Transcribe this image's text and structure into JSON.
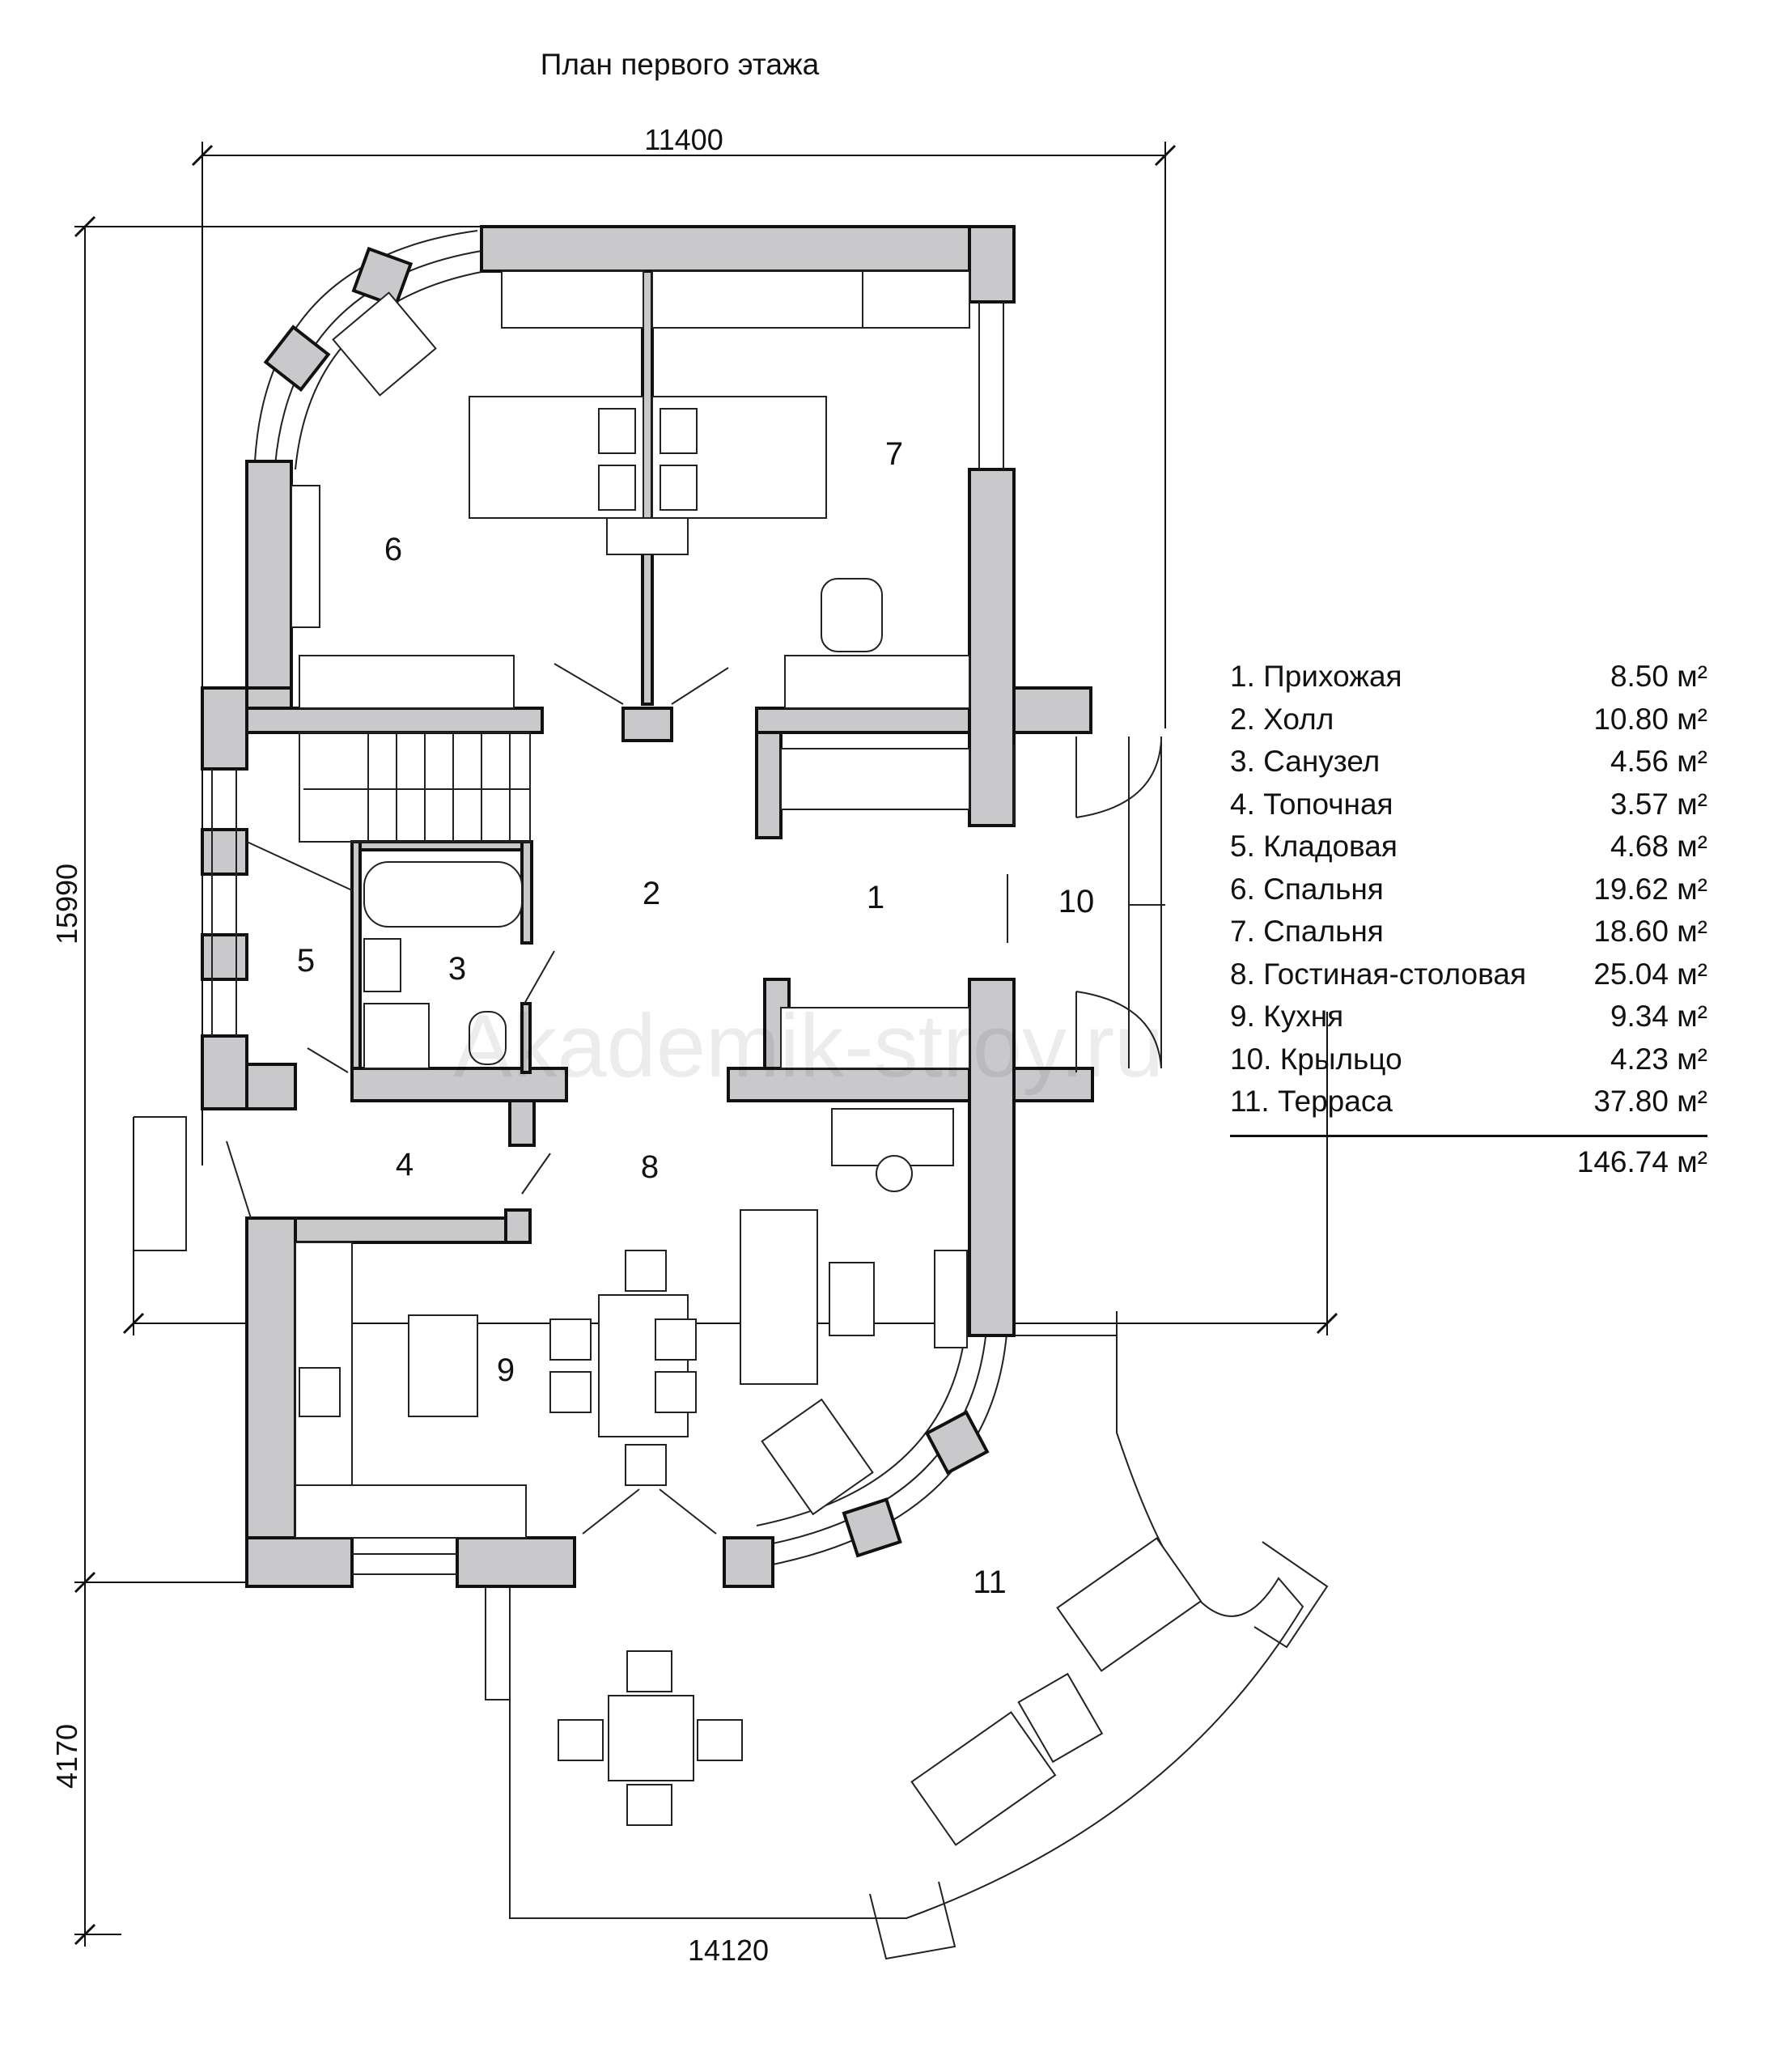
{
  "title": "План первого этажа",
  "dimensions": {
    "top": "11400",
    "bottom": "14120",
    "left_main": "15990",
    "left_terrace": "4170"
  },
  "rooms": [
    {
      "num": "1",
      "name": "Прихожая",
      "area": "8.50 м²"
    },
    {
      "num": "2",
      "name": "Холл",
      "area": "10.80 м²"
    },
    {
      "num": "3",
      "name": "Санузел",
      "area": "4.56 м²"
    },
    {
      "num": "4",
      "name": "Топочная",
      "area": "3.57 м²"
    },
    {
      "num": "5",
      "name": "Кладовая",
      "area": "4.68 м²"
    },
    {
      "num": "6",
      "name": "Спальня",
      "area": "19.62 м²"
    },
    {
      "num": "7",
      "name": "Спальня",
      "area": "18.60 м²"
    },
    {
      "num": "8",
      "name": "Гостиная-столовая",
      "area": "25.04 м²"
    },
    {
      "num": "9",
      "name": "Кухня",
      "area": "9.34 м²"
    },
    {
      "num": "10",
      "name": "Крыльцо",
      "area": "4.23 м²"
    },
    {
      "num": "11",
      "name": "Терраса",
      "area": "37.80 м²"
    }
  ],
  "total_area": "146.74 м²",
  "watermark": "Akademik-stroy.ru"
}
